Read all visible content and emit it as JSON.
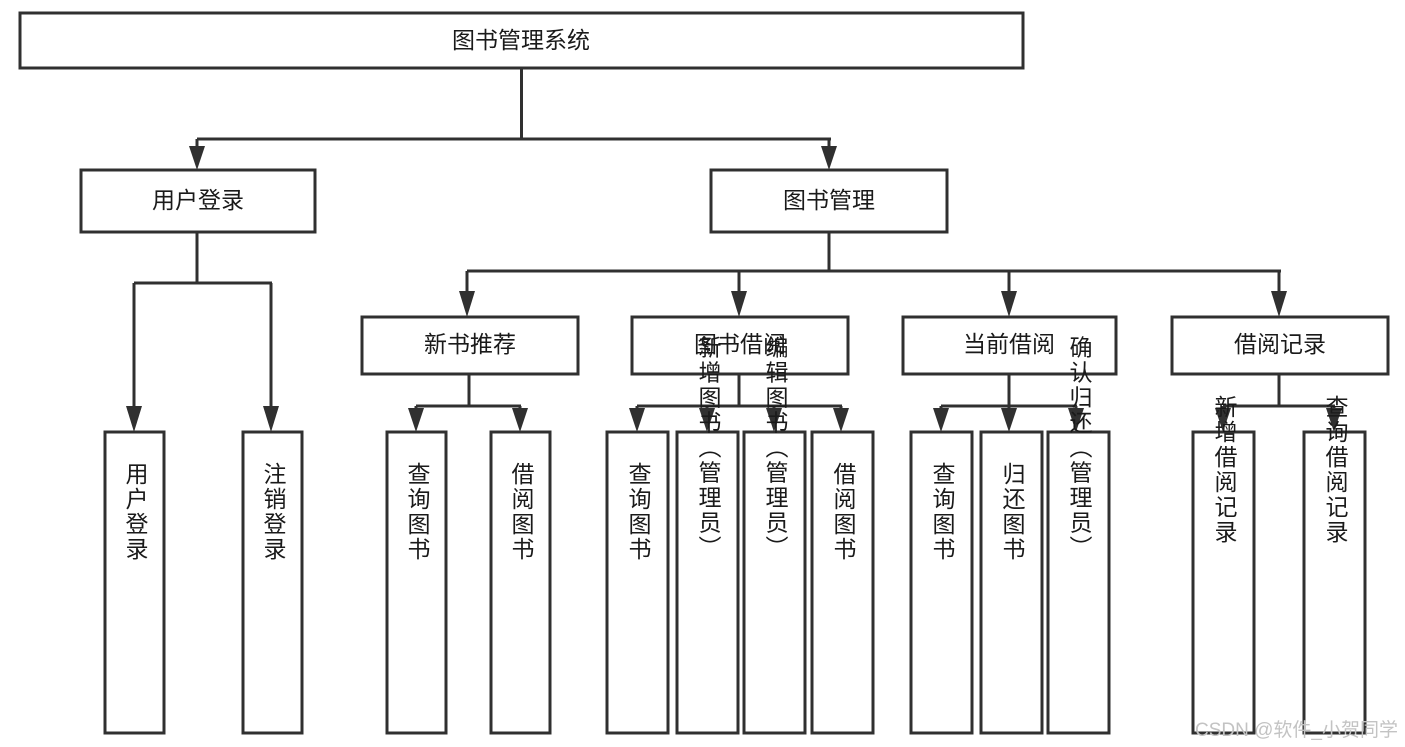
{
  "diagram": {
    "title": "图书管理系统",
    "type": "tree",
    "orientation": "top-down",
    "root": {
      "id": "root",
      "label": "图书管理系统"
    },
    "level2": [
      {
        "id": "user-login",
        "label": "用户登录"
      },
      {
        "id": "book-management",
        "label": "图书管理"
      }
    ],
    "level3": [
      {
        "id": "new-book-recommend",
        "label": "新书推荐",
        "parent": "book-management"
      },
      {
        "id": "book-borrow",
        "label": "图书借阅",
        "parent": "book-management"
      },
      {
        "id": "current-borrow",
        "label": "当前借阅",
        "parent": "book-management"
      },
      {
        "id": "borrow-record",
        "label": "借阅记录",
        "parent": "book-management"
      }
    ],
    "leaves": [
      {
        "id": "leaf-user-login",
        "label": "用户登录",
        "parent": "user-login"
      },
      {
        "id": "leaf-logout-login",
        "label": "注销登录",
        "parent": "user-login"
      },
      {
        "id": "leaf-query-book-1",
        "label": "查询图书",
        "parent": "new-book-recommend"
      },
      {
        "id": "leaf-borrow-book-1",
        "label": "借阅图书",
        "parent": "new-book-recommend"
      },
      {
        "id": "leaf-query-book-2",
        "label": "查询图书",
        "parent": "book-borrow"
      },
      {
        "id": "leaf-add-book",
        "label": "新增图书（管理员）",
        "parent": "book-borrow"
      },
      {
        "id": "leaf-edit-book",
        "label": "编辑图书（管理员）",
        "parent": "book-borrow"
      },
      {
        "id": "leaf-borrow-book-2",
        "label": "借阅图书",
        "parent": "book-borrow"
      },
      {
        "id": "leaf-query-book-3",
        "label": "查询图书",
        "parent": "current-borrow"
      },
      {
        "id": "leaf-return-book",
        "label": "归还图书",
        "parent": "current-borrow"
      },
      {
        "id": "leaf-confirm-return",
        "label": "确认归还（管理员）",
        "parent": "current-borrow"
      },
      {
        "id": "leaf-add-record",
        "label": "新增借阅记录",
        "parent": "borrow-record"
      },
      {
        "id": "leaf-query-record",
        "label": "查询借阅记录",
        "parent": "borrow-record"
      }
    ],
    "colors": {
      "stroke": "#303030",
      "fill": "#ffffff",
      "text": "#1a1a1a",
      "background": "#ffffff",
      "watermark": "#c3c3c3"
    }
  },
  "watermark": {
    "text": "CSDN @软件_小贺同学"
  }
}
